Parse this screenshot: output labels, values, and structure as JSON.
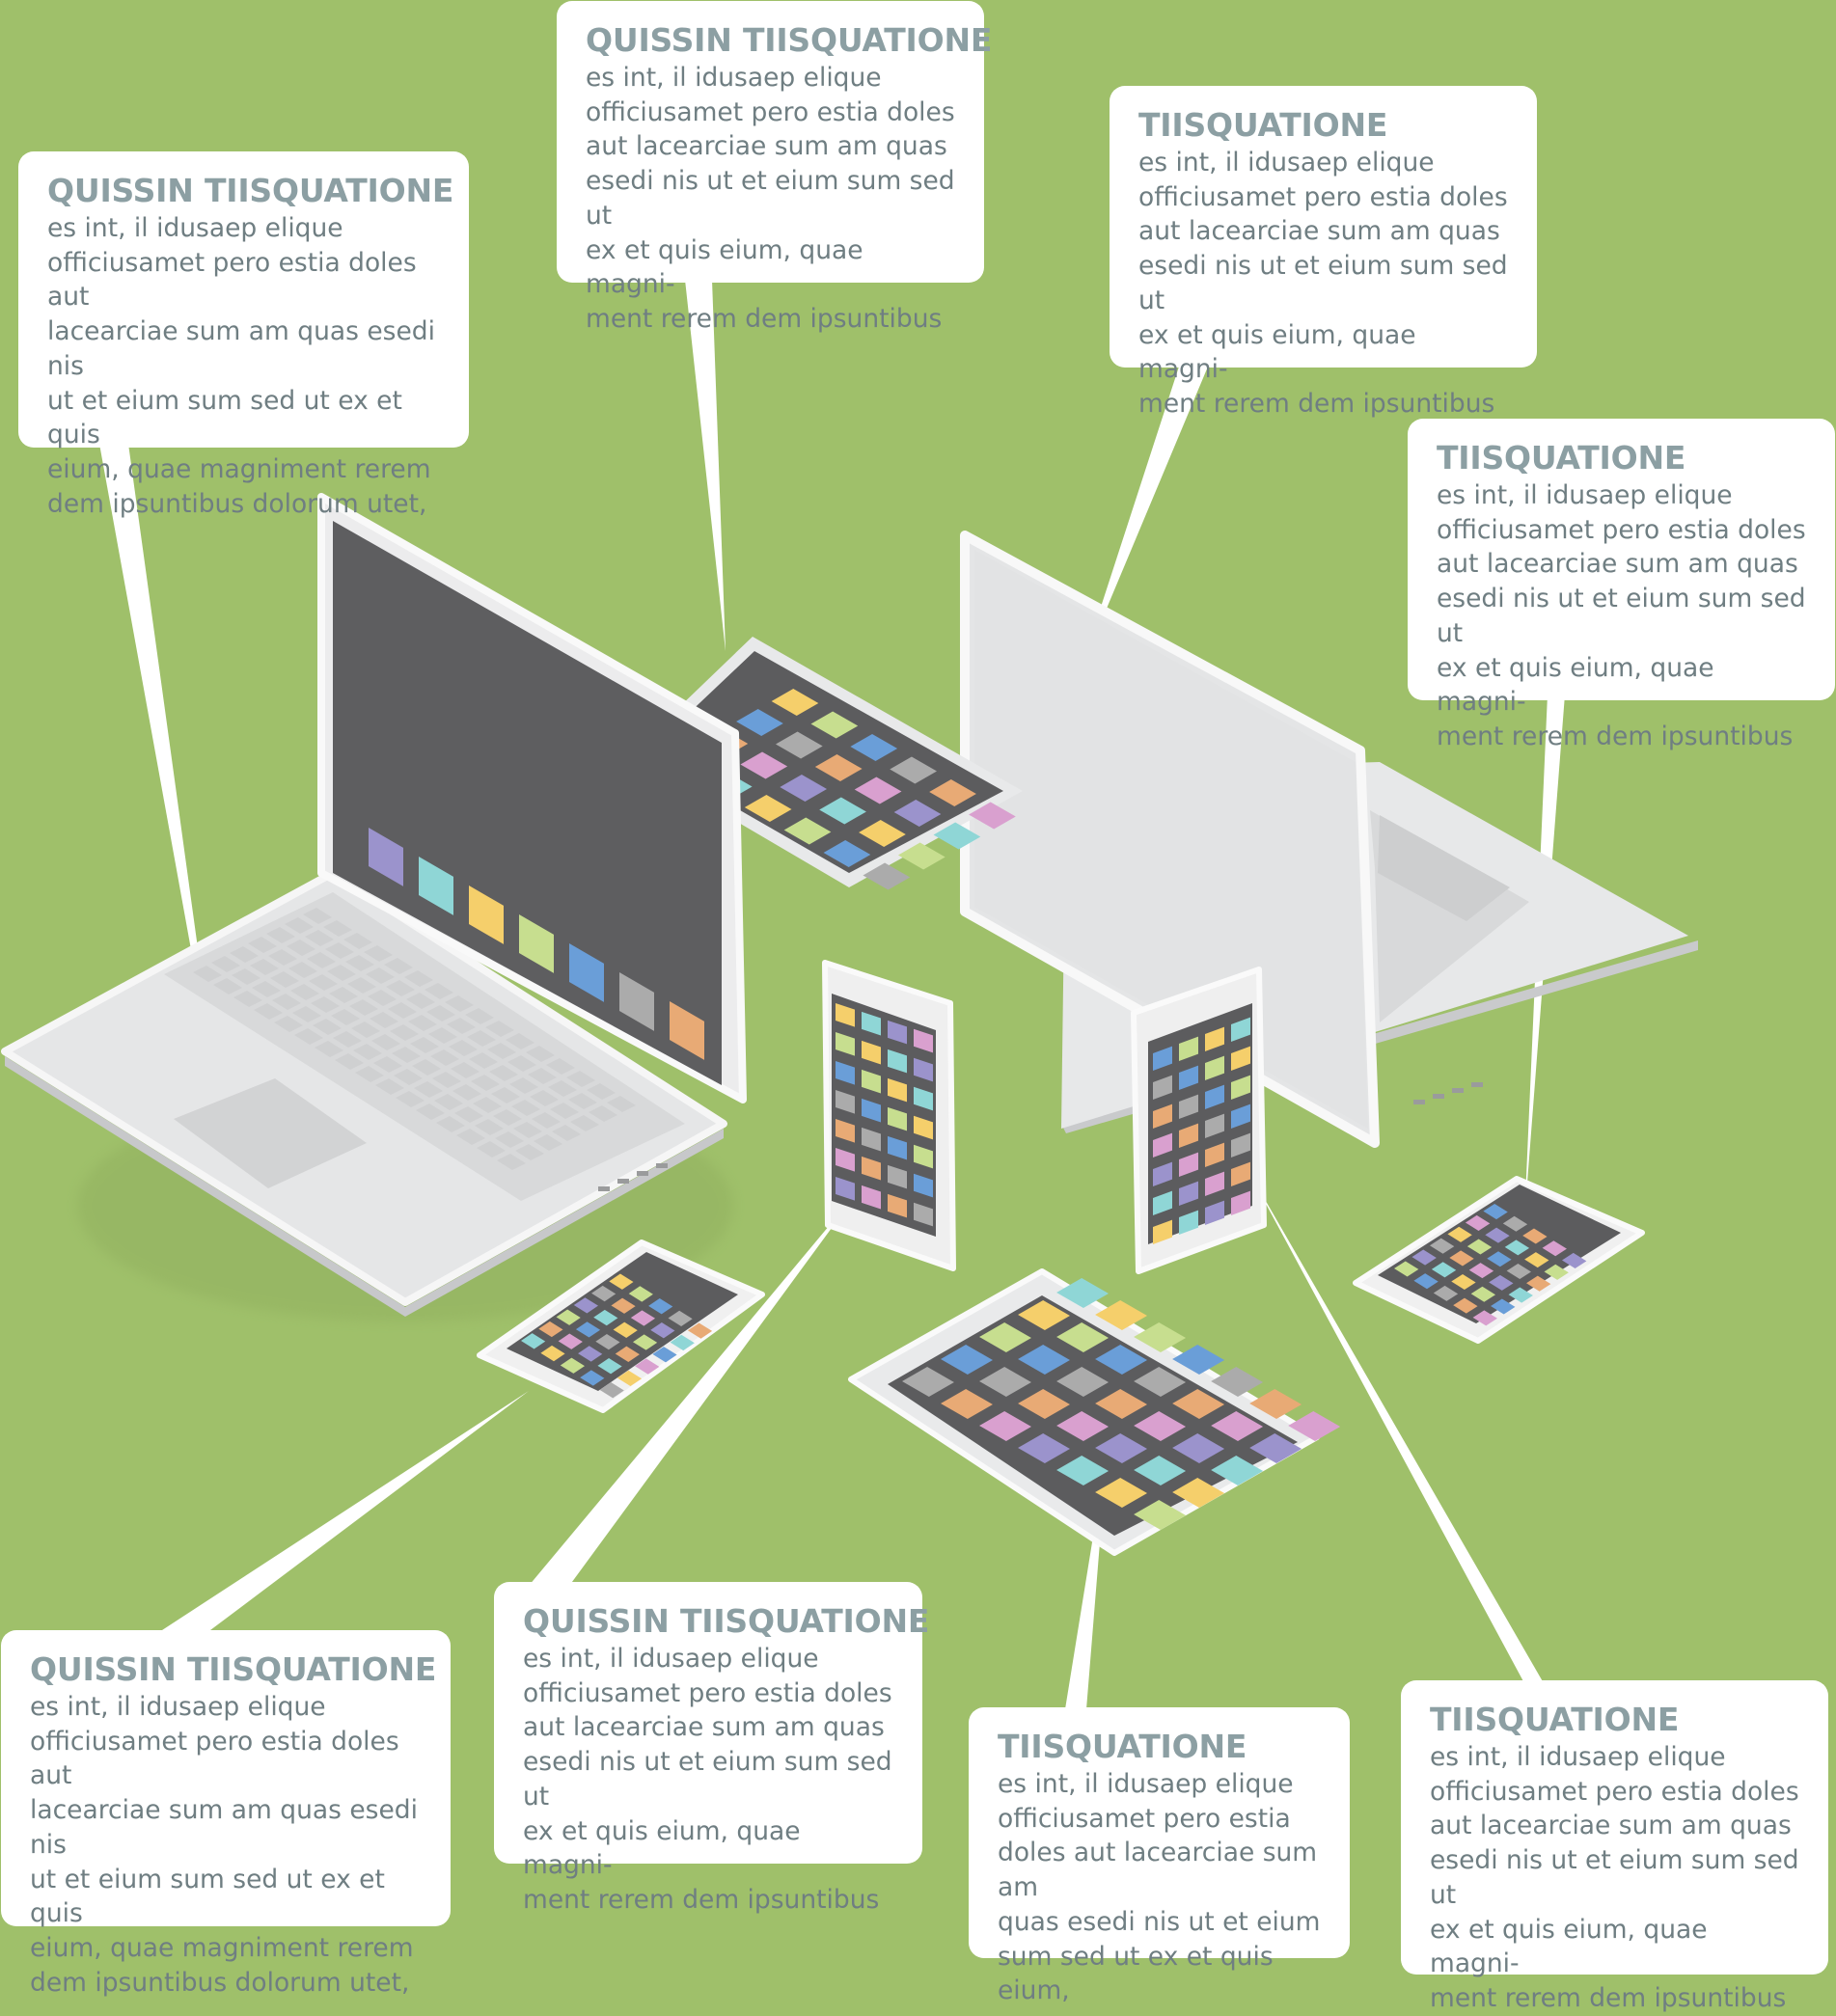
{
  "colors": {
    "background": "#9fc06a",
    "device_body": "#e4e5e6",
    "device_edge": "#f8f8f8",
    "screen": "#5c5c5e",
    "callout": "#ffffff",
    "title_text": "#8c9fa3",
    "body_text": "#6f7e82"
  },
  "app_palette": [
    "#9b93cc",
    "#8fd6d6",
    "#f5cf6b",
    "#c7de8f",
    "#6a9ed8",
    "#ababab",
    "#e8aa75",
    "#d9a0cf"
  ],
  "callouts": [
    {
      "id": "top-left",
      "title": "QUISSIN TIISQUATIONE",
      "text": "es int, il idusaep elique\nofficiusamet pero estia doles aut\nlacearciae sum am quas esedi nis\nut et eium sum sed ut ex et quis\neium, quae magniment rerem\ndem ipsuntibus dolorum utet,"
    },
    {
      "id": "top-center",
      "title": "QUISSIN TIISQUATIONE",
      "text": "es int, il idusaep elique\nofficiusamet pero estia doles\naut lacearciae sum am quas\nesedi nis ut et eium sum sed ut\nex et quis eium, quae magni-\nment rerem dem ipsuntibus"
    },
    {
      "id": "top-right",
      "title": "TIISQUATIONE",
      "text": "es int, il idusaep elique\nofficiusamet pero estia doles\naut lacearciae sum am quas\nesedi nis ut et eium sum sed ut\nex et quis eium, quae magni-\nment rerem dem ipsuntibus"
    },
    {
      "id": "right",
      "title": "TIISQUATIONE",
      "text": "es int, il idusaep elique\nofficiusamet pero estia doles\naut lacearciae sum am quas\nesedi nis ut et eium sum sed ut\nex et quis eium, quae magni-\nment rerem dem ipsuntibus"
    },
    {
      "id": "bottom-left",
      "title": "QUISSIN TIISQUATIONE",
      "text": "es int, il idusaep elique\nofficiusamet pero estia doles aut\nlacearciae sum am quas esedi nis\nut et eium sum sed ut ex et quis\neium, quae magniment rerem\ndem ipsuntibus dolorum utet,"
    },
    {
      "id": "bottom-center-left",
      "title": "QUISSIN TIISQUATIONE",
      "text": "es int, il idusaep elique\nofficiusamet pero estia doles\naut lacearciae sum am quas\nesedi nis ut et eium sum sed ut\nex et quis eium, quae magni-\nment rerem dem ipsuntibus"
    },
    {
      "id": "bottom-center-right",
      "title": "TIISQUATIONE",
      "text": "es int, il idusaep elique\nofficiusamet pero estia\ndoles aut lacearciae sum am\nquas esedi nis ut et eium\nsum sed ut ex et quis eium,"
    },
    {
      "id": "bottom-right",
      "title": "TIISQUATIONE",
      "text": "es int, il idusaep elique\nofficiusamet pero estia doles\naut lacearciae sum am quas\nesedi nis ut et eium sum sed ut\nex et quis eium, quae magni-\nment rerem dem ipsuntibus"
    }
  ]
}
